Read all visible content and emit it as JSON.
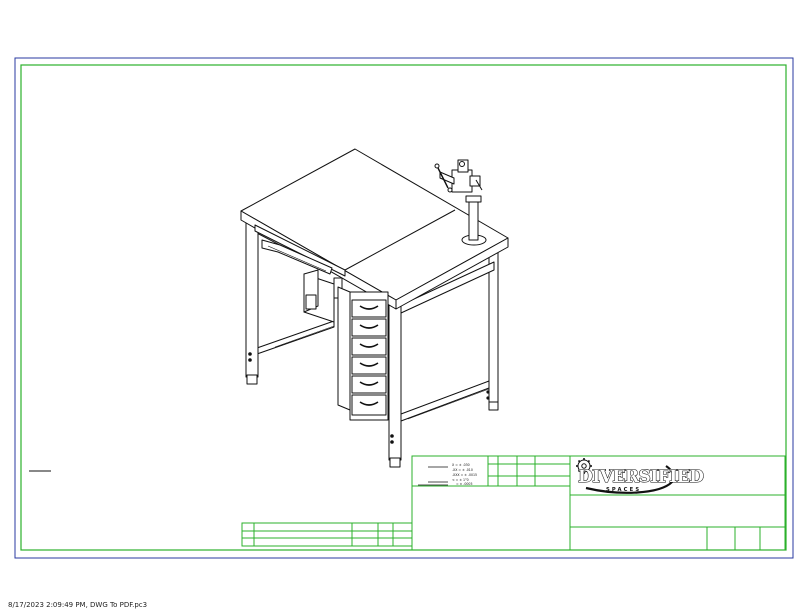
{
  "footer": {
    "timestamp": "8/17/2023 2:09:49 PM, DWG To PDF.pc3"
  },
  "tolerances": {
    "lines": [
      "X = ± .030",
      ".XX = ± .010",
      ".XXX = ± .0015",
      "< = ± 1°0",
      "= ± .0005"
    ]
  },
  "logo": {
    "name": "DIVERSIFIED",
    "sub": "SPACES"
  },
  "colors": {
    "border_outer": "#2a3aa0",
    "border_inner": "#2bb02b",
    "titleblock": "#2bb02b",
    "ink": "#111111"
  }
}
